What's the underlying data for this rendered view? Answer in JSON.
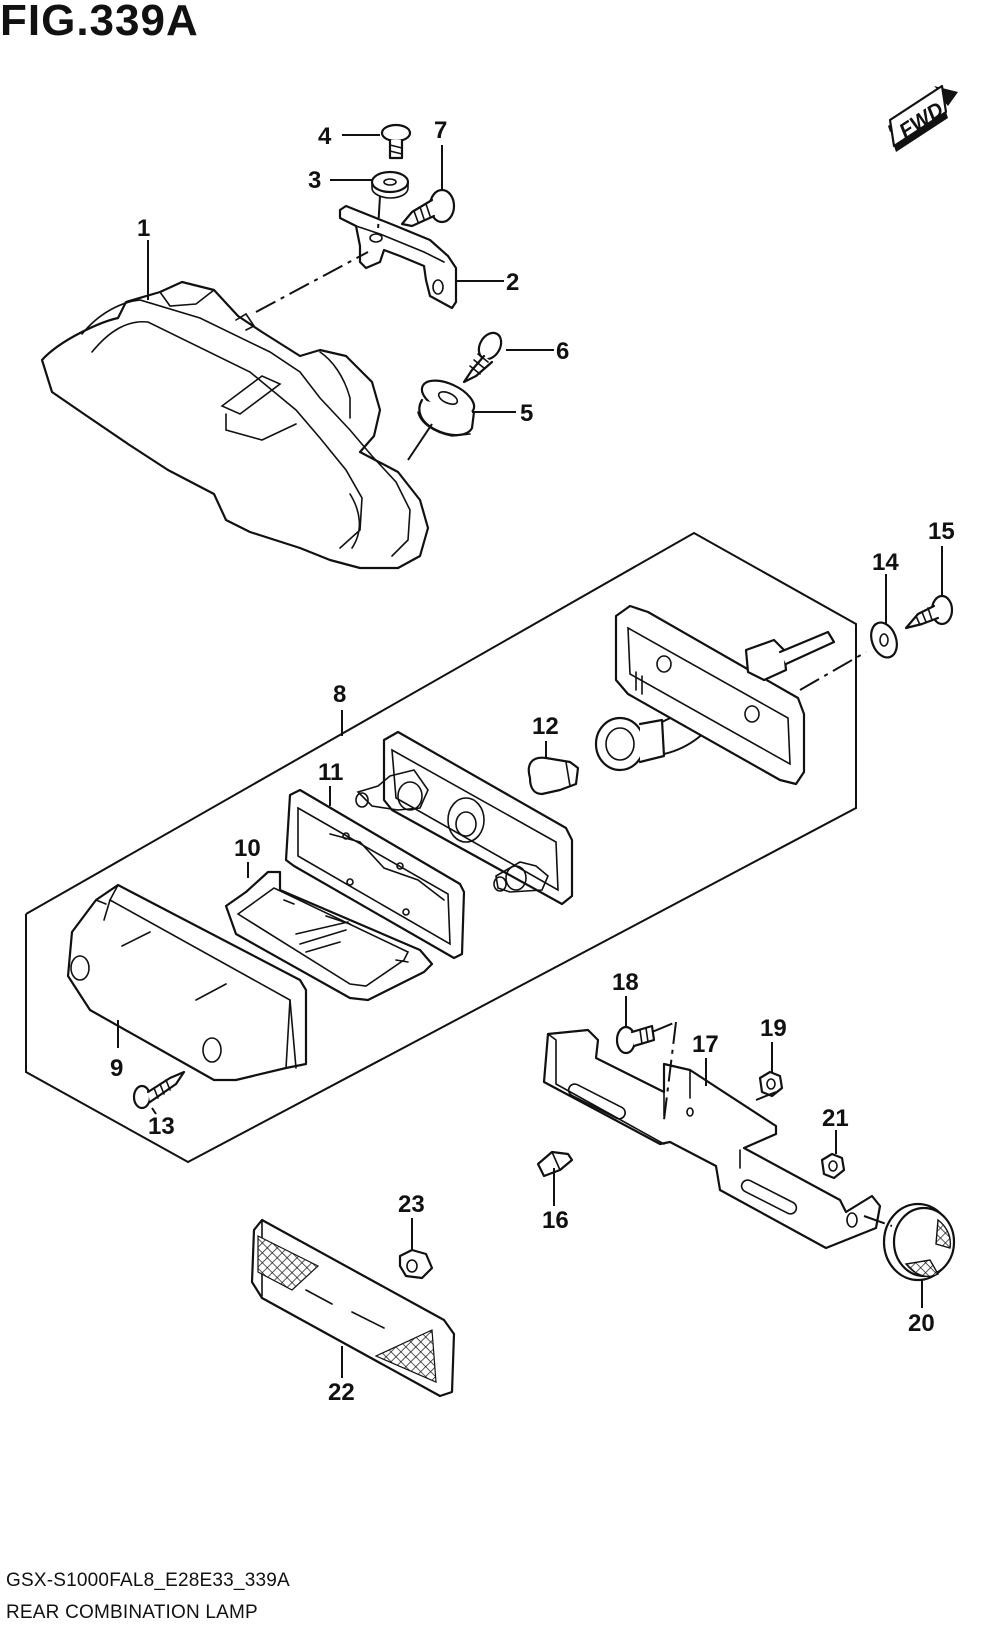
{
  "figure": {
    "title": "FIG.339A",
    "direction_badge": "FWD",
    "model_code": "GSX-S1000FAL8_E28E33_339A",
    "assembly_name": "REAR COMBINATION LAMP"
  },
  "callouts": [
    "1",
    "2",
    "3",
    "4",
    "5",
    "6",
    "7",
    "8",
    "9",
    "10",
    "11",
    "12",
    "13",
    "14",
    "15",
    "16",
    "17",
    "18",
    "19",
    "20",
    "21",
    "22",
    "23"
  ],
  "icons": {
    "direction": "fwd-arrow-icon",
    "hatch": "crosshatch-pattern"
  },
  "colors": {
    "line": "#111111",
    "background": "#ffffff"
  }
}
